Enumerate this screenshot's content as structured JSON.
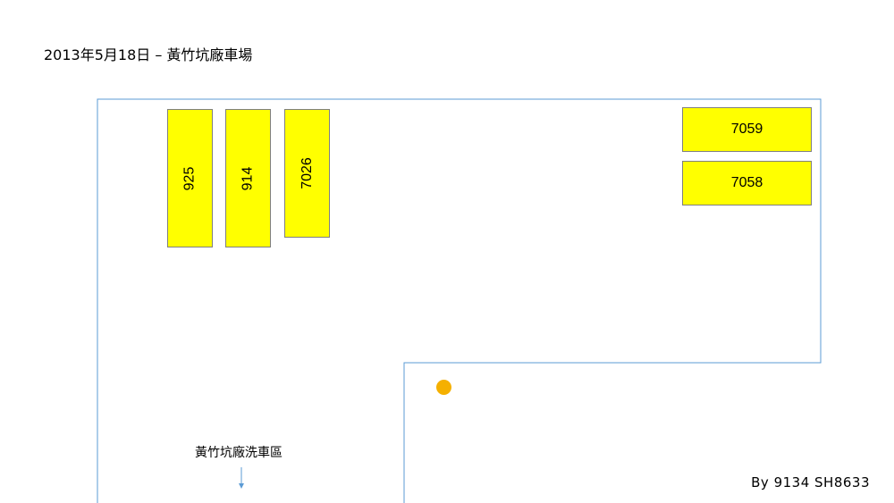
{
  "title": "2013年5月18日 – 黃竹坑廠車場",
  "colors": {
    "bus_fill": "#ffff00",
    "bus_border": "#7f7f7f",
    "wall_line": "#5b9bd5",
    "marker": "#f5b000"
  },
  "buses": {
    "b925": "925",
    "b914": "914",
    "b7026": "7026",
    "b7059": "7059",
    "b7058": "7058"
  },
  "wash_area_label": "黃竹坑廠洗車區",
  "credit": "By 9134 SH8633"
}
